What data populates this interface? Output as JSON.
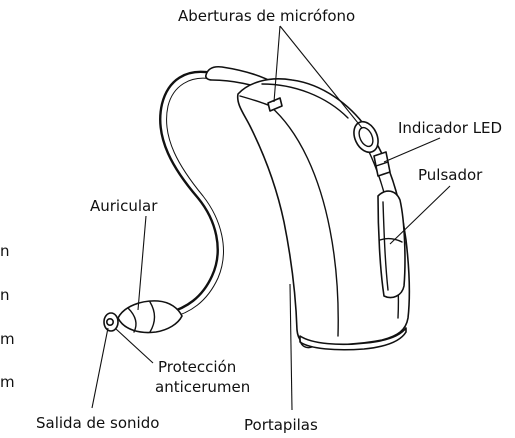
{
  "labels": {
    "mic_openings": "Aberturas de micrófono",
    "led_indicator": "Indicador LED",
    "push_button": "Pulsador",
    "earpiece": "Auricular",
    "wax_guard_line1": "Protección",
    "wax_guard_line2": "anticerumen",
    "sound_outlet": "Salida de sonido",
    "battery_drawer": "Portapilas"
  },
  "edge_fragments": [
    "n",
    "n",
    "m",
    "m"
  ]
}
